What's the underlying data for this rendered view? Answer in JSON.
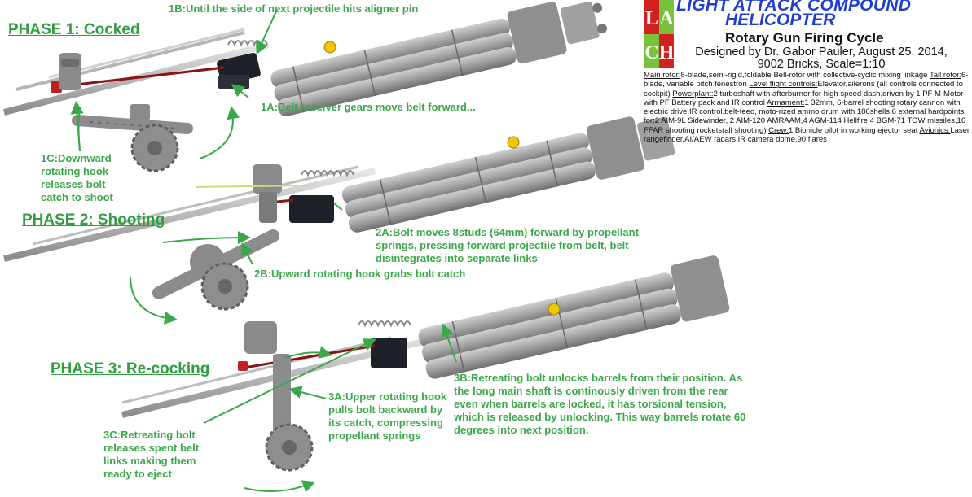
{
  "header": {
    "logo_letters": [
      "L",
      "A",
      "C",
      "H"
    ],
    "title_line1": "LIGHT ATTACK COMPOUND",
    "title_line2": "HELICOPTER",
    "subtitle": "Rotary Gun Firing Cycle",
    "credit_line1": "Designed by Dr. Gabor Pauler, August 25, 2014,",
    "credit_line2": "9002 Bricks, Scale=1:10"
  },
  "specs": [
    {
      "label": "Main rotor:",
      "text": "8-blade,semi-rigid,foldable Bell-rotor with collective-cyclic mixing linkage"
    },
    {
      "label": "Tail rotor:",
      "text": "6-blade, variable pitch fenestron"
    },
    {
      "label": "Level flight controls:",
      "text": "Elevator,ailerons (all controls connected to cockpit)"
    },
    {
      "label": "Powerplant:",
      "text": "2 turboshaft with afterburner for high speed dash,driven by 1 PF M-Motor with PF Battery pack and IR control"
    },
    {
      "label": "Armament:",
      "text": "1 32mm, 6-barrel shooting rotary cannon with electric drive,IR control,belt-feed, moto-rized ammo drum with 186shells.6 external hardpoints for:2 AIM-9L Sidewinder, 2 AIM-120 AMRAAM,4 AGM-114 Hellfire,4 BGM-71 TOW missiles,16 FFAR shooting rockets(all shooting)"
    },
    {
      "label": "Crew:",
      "text": "1 Bionicle pilot in working ejector seat"
    },
    {
      "label": "Avionics:",
      "text": "Laser rangefinder,AI/AEW radars,IR camera dome,90 flares"
    }
  ],
  "phases": {
    "p1": "PHASE 1: Cocked",
    "p2": "PHASE 2: Shooting",
    "p3": "PHASE 3: Re-cocking"
  },
  "notes": {
    "n1b": "1B:Until the side of next projectile hits aligner pin",
    "n1a": "1A:Belt receiver gears move belt forward...",
    "n1c": "1C:Downward rotating hook releases bolt catch to shoot",
    "n2a": "2A:Bolt moves 8studs (64mm) forward by propellant springs, pressing forward projectile from belt, belt disintegrates into separate links",
    "n2b": "2B:Upward rotating hook grabs bolt catch",
    "n3b": "3B:Retreating bolt unlocks barrels from their position. As the long main shaft is continously driven from the rear even when barrels are locked, it has torsional tension, which is released by unlocking. This way barrels rotate 60 degrees into next position.",
    "n3a": "3A:Upper rotating hook pulls bolt backward by its catch, compressing propellant springs",
    "n3c": "3C:Retreating bolt releases spent belt links making them ready to eject"
  },
  "colors": {
    "annotation_green": "#3aa84a",
    "title_blue": "#1f3fd2",
    "logo_red": "#d21f1f",
    "logo_green": "#78c23a",
    "gun_gray": "#9a9a9a",
    "belt_black": "#1e2128",
    "bolt_red": "#c02020",
    "projectile_yellow": "#f0c800"
  }
}
